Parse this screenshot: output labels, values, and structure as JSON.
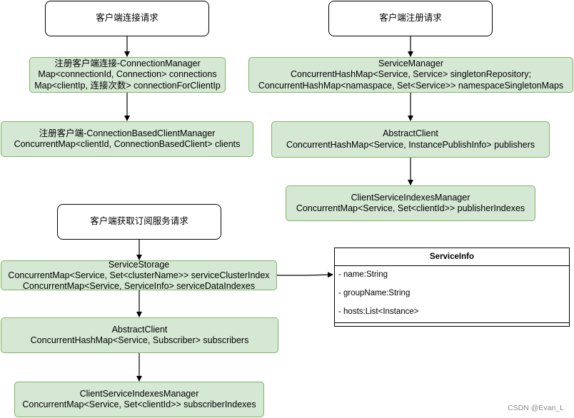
{
  "flows": {
    "connect": {
      "request": "客户端连接请求",
      "connection_manager": {
        "title": "注册客户端连接-ConnectionManager",
        "lines": [
          "Map<connectionId, Connection> connections",
          "Map<clientIp, 连接次数> connectionForClientIp"
        ]
      },
      "client_manager": {
        "title": "注册客户端-ConnectionBasedClientManager",
        "lines": [
          "ConcurrentMap<clientId, ConnectionBasedClient> clients"
        ]
      }
    },
    "register": {
      "request": "客户端注册请求",
      "service_manager": {
        "title": "ServiceManager",
        "lines": [
          "ConcurrentHashMap<Service, Service> singletonRepository;",
          "ConcurrentHashMap<namaspace, Set<Service>> namespaceSingletonMaps"
        ]
      },
      "abstract_client": {
        "title": "AbstractClient",
        "lines": [
          "ConcurrentHashMap<Service, InstancePublishInfo> publishers"
        ]
      },
      "indexes_manager": {
        "title": "ClientServiceIndexesManager",
        "lines": [
          "ConcurrentMap<Service, Set<clientId>> publisherIndexes"
        ]
      }
    },
    "subscribe": {
      "request": "客户端获取订阅服务请求",
      "service_storage": {
        "title": "ServiceStorage",
        "lines": [
          "ConcurrentMap<Service, Set<clusterName>> serviceClusterIndex",
          "ConcurrentMap<Service, ServiceInfo> serviceDataIndexes"
        ]
      },
      "abstract_client": {
        "title": "AbstractClient",
        "lines": [
          "ConcurrentHashMap<Service, Subscriber> subscribers"
        ]
      },
      "indexes_manager": {
        "title": "ClientServiceIndexesManager",
        "lines": [
          "ConcurrentMap<Service, Set<clientId>> subscriberIndexes"
        ]
      }
    }
  },
  "service_info": {
    "title": "ServiceInfo",
    "fields": [
      "- name:String",
      "- groupName:String",
      "- hosts:List<Instance>"
    ]
  },
  "watermark": "CSDN @Evan_L",
  "colors": {
    "process_fill": "#d5e8d4",
    "process_stroke": "#82b366",
    "start_stroke": "#000000"
  }
}
